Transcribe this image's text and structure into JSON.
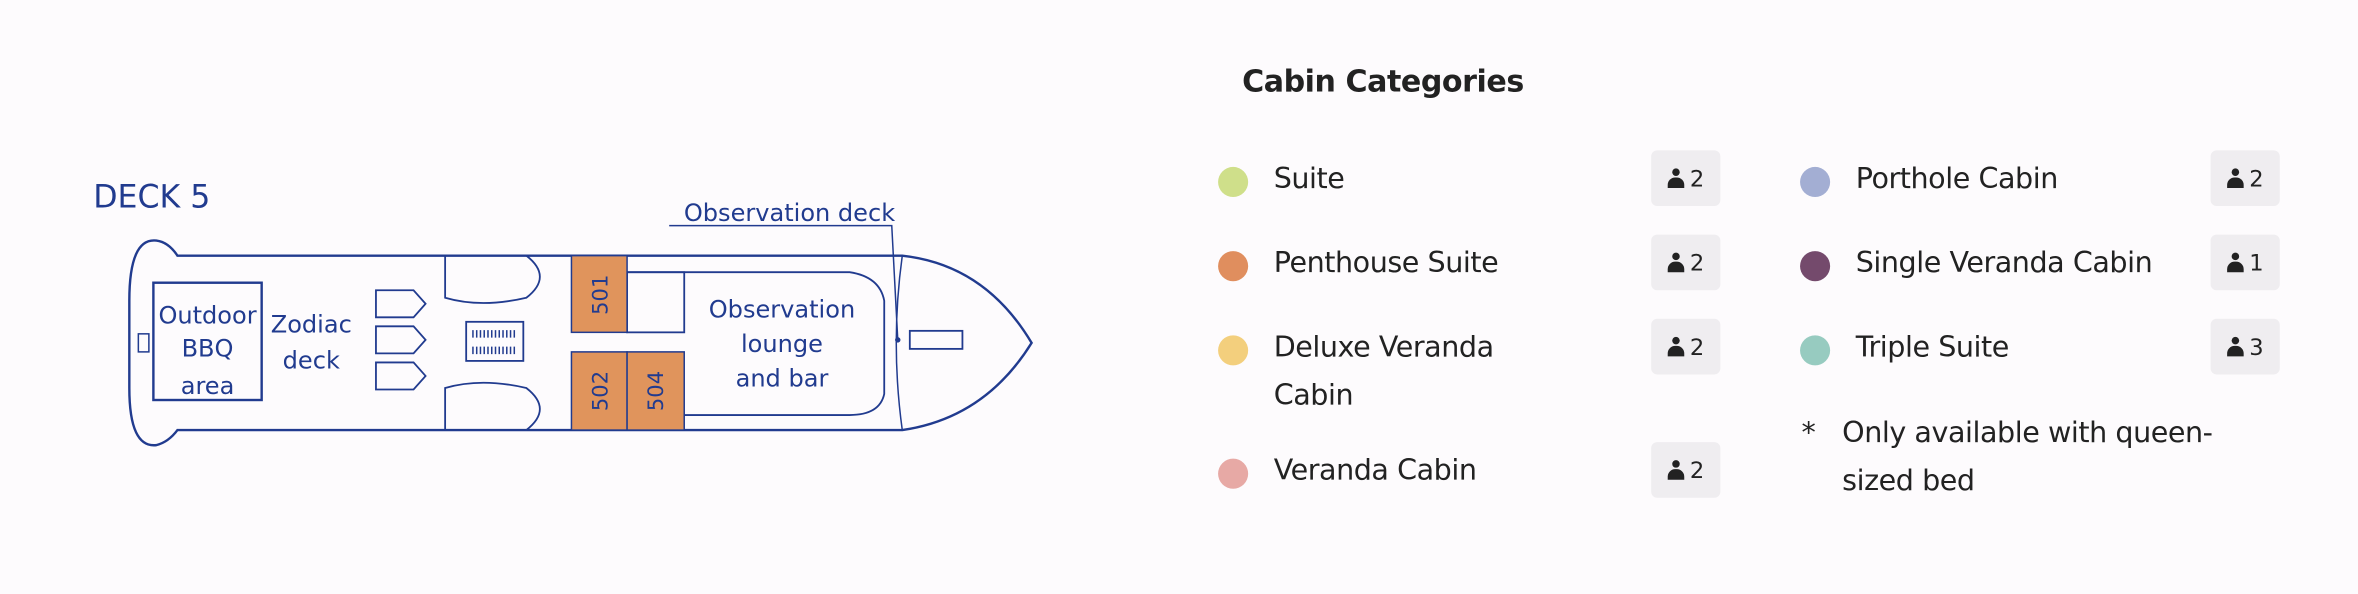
{
  "deck_plan": {
    "title": "DECK 5",
    "labels": {
      "outdoor_bbq": [
        "Outdoor",
        "BBQ",
        "area"
      ],
      "zodiac": [
        "Zodiac",
        "deck"
      ],
      "lounge": [
        "Observation",
        "lounge",
        "and bar"
      ],
      "observation_deck": "Observation deck"
    },
    "cabins": [
      {
        "number": "501",
        "category": "Penthouse Suite"
      },
      {
        "number": "502",
        "category": "Penthouse Suite"
      },
      {
        "number": "504",
        "category": "Penthouse Suite"
      }
    ],
    "colors": {
      "line": "#213b8f",
      "penthouse": "#e0945c"
    }
  },
  "legend": {
    "title": "Cabin Categories",
    "items": [
      {
        "label": "Suite",
        "occupancy": "2",
        "color": "#cfdf8a"
      },
      {
        "label": "Penthouse Suite",
        "occupancy": "2",
        "color": "#e08e5e"
      },
      {
        "label": "Deluxe Veranda Cabin",
        "occupancy": "2",
        "color": "#f3cf7d"
      },
      {
        "label": "Veranda Cabin",
        "occupancy": "2",
        "color": "#e7a9a5"
      },
      {
        "label": "Porthole Cabin",
        "occupancy": "2",
        "color": "#a3aed3"
      },
      {
        "label": "Single Veranda Cabin",
        "occupancy": "1",
        "color": "#744a6c"
      },
      {
        "label": "Triple Suite",
        "occupancy": "3",
        "color": "#97cbc0"
      }
    ],
    "note_symbol": "*",
    "note": "Only available with queen-sized bed"
  }
}
